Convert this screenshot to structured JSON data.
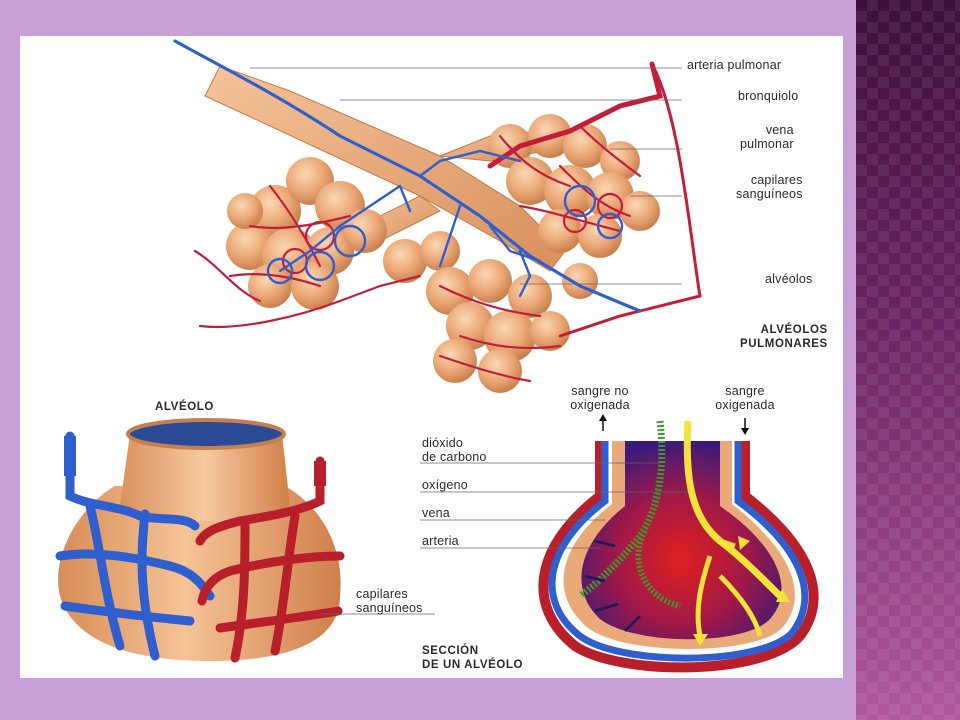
{
  "labels": {
    "arteria_pulmonar": "arteria pulmonar",
    "bronquiolo": "bronquiolo",
    "vena_pulmonar": "vena\npulmonar",
    "capilares_top": "capilares\nsanguíneos",
    "alveolos": "alvéolos",
    "alveolos_pulmonares": "ALVÉOLOS\nPULMONARES",
    "alveolo_title": "ALVÉOLO",
    "capilares_bottom": "capilares\nsanguíneos",
    "sangre_no_oxigenada": "sangre no\noxigenada",
    "sangre_oxigenada": "sangre\noxigenada",
    "dioxido": "dióxido\nde carbono",
    "oxigeno": "oxígeno",
    "vena": "vena",
    "arteria": "arteria",
    "seccion": "SECCIÓN\nDE UN ALVÉOLO"
  },
  "colors": {
    "background": "#c89fd6",
    "side_panel": "#5a1f54",
    "artery_red": "#c8202a",
    "vein_blue": "#2f5fcf",
    "alveolus_tan": "#e9a977",
    "co2_green": "#3e9a2c",
    "o2_yellow": "#f2e23a"
  }
}
